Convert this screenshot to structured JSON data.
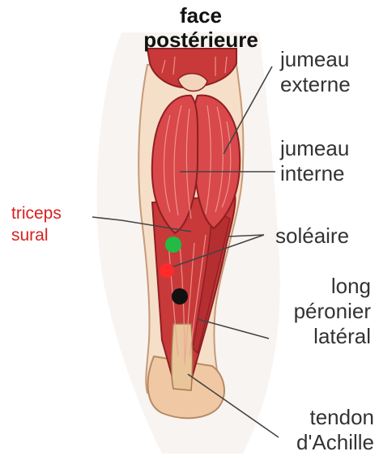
{
  "title": {
    "line1": "face",
    "line2": "postérieure"
  },
  "labels": {
    "jumeau_externe": [
      "jumeau",
      "externe"
    ],
    "jumeau_interne": [
      "jumeau",
      "interne"
    ],
    "soleaire": "soléaire",
    "long_peronier": [
      "long",
      "péronier",
      "latéral"
    ],
    "tendon": [
      "tendon",
      "d'Achille"
    ],
    "triceps": [
      "triceps",
      "sural"
    ]
  },
  "colors": {
    "muscle": "#c8393a",
    "muscle_dark": "#8e1f22",
    "muscle_light": "#e87c78",
    "skin": "#f6dfc8",
    "tendon": "#e9c59a",
    "leader": "#444444",
    "accent_red": "#d82020",
    "marker_green": "#22bb44",
    "marker_red": "#ff2a2a",
    "marker_black": "#111111"
  },
  "markers": [
    "green-dot",
    "red-dot",
    "black-dot"
  ]
}
